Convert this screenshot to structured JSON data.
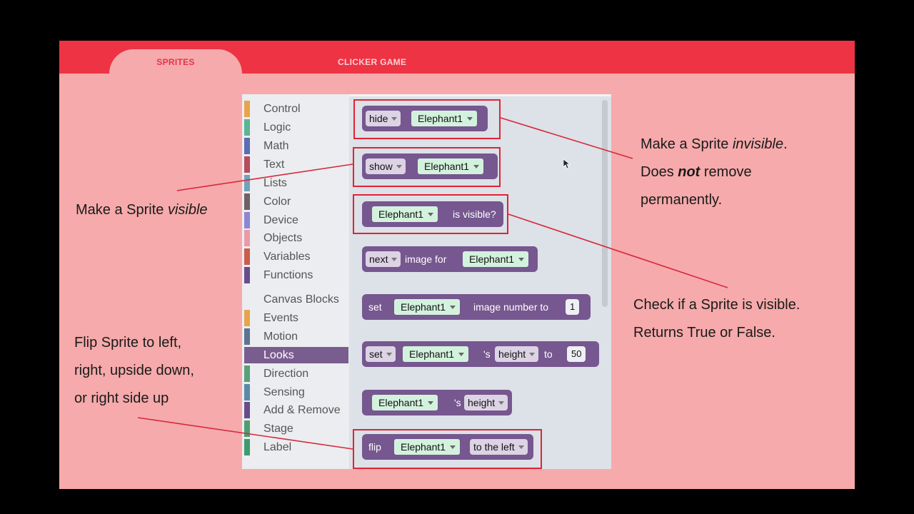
{
  "tabs": [
    {
      "label": "SPRITES"
    },
    {
      "label": "CLICKER GAME"
    }
  ],
  "toolbox": {
    "categories": [
      {
        "label": "Control",
        "color": "#e8a44c"
      },
      {
        "label": "Logic",
        "color": "#5cb593"
      },
      {
        "label": "Math",
        "color": "#5b6db3"
      },
      {
        "label": "Text",
        "color": "#b64c5c"
      },
      {
        "label": "Lists",
        "color": "#6fa3b8"
      },
      {
        "label": "Color",
        "color": "#6f6161"
      },
      {
        "label": "Device",
        "color": "#8e86d3"
      },
      {
        "label": "Objects",
        "color": "#e99aa7"
      },
      {
        "label": "Variables",
        "color": "#cc5c4c"
      },
      {
        "label": "Functions",
        "color": "#6a4c8c"
      },
      {
        "label": "Canvas Blocks",
        "color": ""
      },
      {
        "label": "Events",
        "color": "#e8a44c"
      },
      {
        "label": "Motion",
        "color": "#5b7590"
      },
      {
        "label": "Looks",
        "color": "#7a5d8f"
      },
      {
        "label": "Direction",
        "color": "#5aa07a"
      },
      {
        "label": "Sensing",
        "color": "#5b8aa8"
      },
      {
        "label": "Add & Remove",
        "color": "#6a4c8c"
      },
      {
        "label": "Stage",
        "color": "#4f9e6f"
      },
      {
        "label": "Label",
        "color": "#3f9a6f"
      }
    ],
    "selected": "Looks"
  },
  "blocks": {
    "hide": {
      "op": "hide",
      "sprite": "Elephant1"
    },
    "show": {
      "op": "show",
      "sprite": "Elephant1"
    },
    "is_visible": {
      "sprite": "Elephant1",
      "text": "is visible?"
    },
    "next_image": {
      "op": "next",
      "text": "image for",
      "sprite": "Elephant1"
    },
    "set_image": {
      "op": "set",
      "sprite": "Elephant1",
      "text": "image number to",
      "value": "1"
    },
    "set_height": {
      "op": "set",
      "sprite": "Elephant1",
      "possessive": "'s",
      "prop": "height",
      "text": "to",
      "value": "50"
    },
    "get_height": {
      "sprite": "Elephant1",
      "possessive": "'s",
      "prop": "height"
    },
    "flip": {
      "op": "flip",
      "sprite": "Elephant1",
      "dir": "to the left"
    }
  },
  "annotations": {
    "visible": {
      "pre": "Make a Sprite ",
      "em": "visible"
    },
    "invisible": {
      "l1_pre": "Make a Sprite ",
      "l1_em": "invisible",
      "l1_post": ".",
      "l2_pre": "Does ",
      "l2_em": "not",
      "l2_post": " remove",
      "l3": "permanently."
    },
    "check": {
      "l1": "Check if a Sprite is visible.",
      "l2": "Returns True or False."
    },
    "flip": {
      "l1": "Flip Sprite to left,",
      "l2": "right, upside down,",
      "l3": "or right side up"
    }
  },
  "colors": {
    "background": "#000000",
    "slide": "#f6aaab",
    "tab_bar": "#ee3344",
    "block": "#76578f",
    "highlight": "#e02436",
    "sprite_field": "#d3f2dd"
  }
}
